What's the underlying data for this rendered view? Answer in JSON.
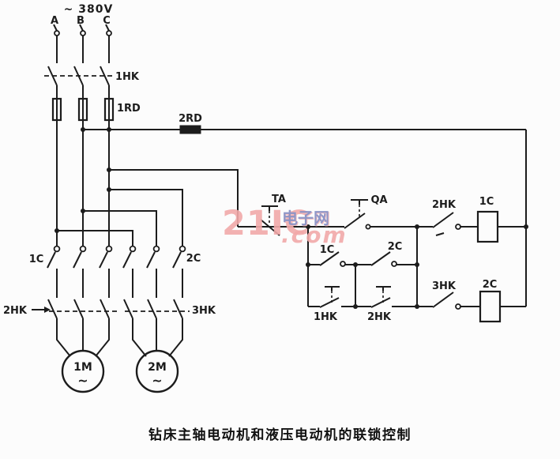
{
  "caption": "钻床主轴电动机和液压电动机的联锁控制",
  "power": {
    "voltage": "~ 380V",
    "phases": [
      "A",
      "B",
      "C"
    ]
  },
  "labels": {
    "main_switch": "1HK",
    "main_fuse": "1RD",
    "control_fuse": "2RD",
    "stop_button": "TA",
    "start_button": "QA",
    "contactor_1": "1C",
    "contactor_2": "2C",
    "switch_2": "2HK",
    "switch_3": "3HK",
    "button_1": "1HK",
    "button_2": "2HK",
    "motor_1": "1M",
    "motor_2": "2M",
    "ac_symbol": "~"
  },
  "watermark": {
    "brand": "21IC",
    "cn": "电子网",
    "tld": ".com",
    "color_pink": "#f2a9a9",
    "color_blue": "#8a92c6"
  },
  "colors": {
    "line": "#1c1c1c",
    "paper": "#fcfcfc"
  }
}
